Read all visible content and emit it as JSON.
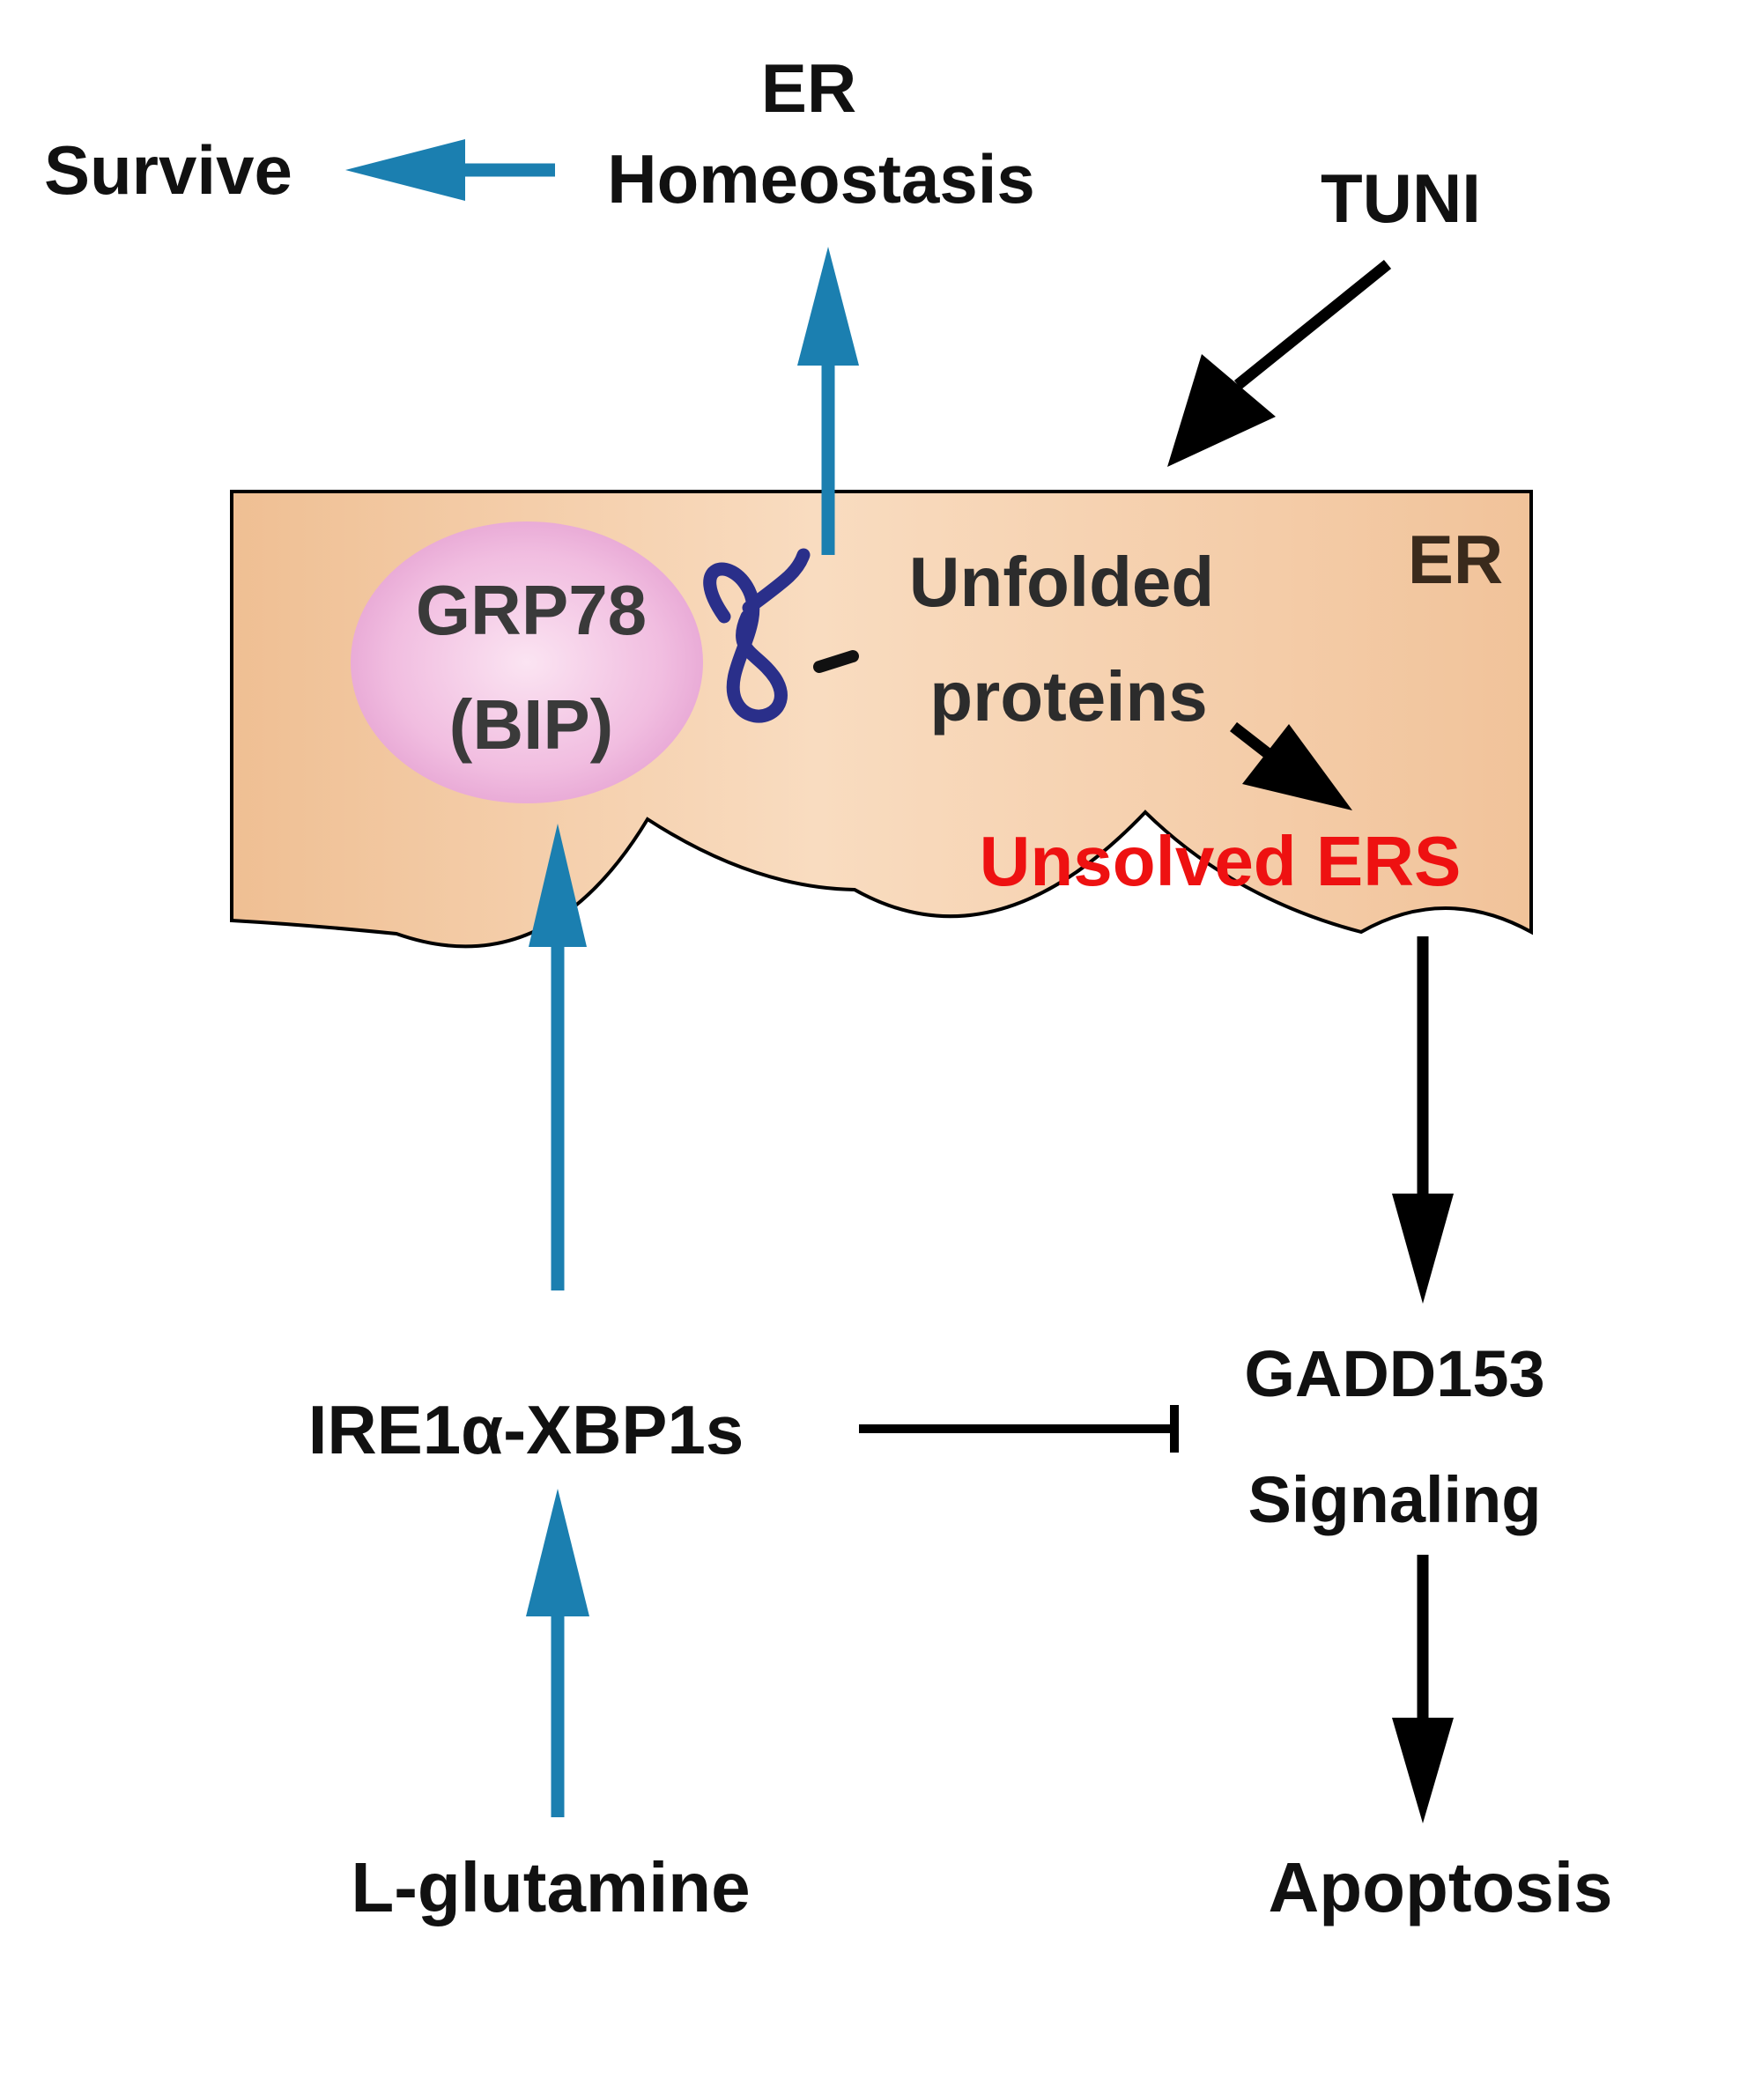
{
  "labels": {
    "survive": "Survive",
    "er_line1": "ER",
    "er_line2": "Homeostasis",
    "tuni": "TUNI",
    "grp78_line1": "GRP78",
    "grp78_line2": "(BIP)",
    "unfolded_line1": "Unfolded",
    "unfolded_line2": "proteins",
    "er_compartment": "ER",
    "unsolved_ers": "Unsolved ERS",
    "ire1": "IRE1α-XBP1s",
    "gadd_line1": "GADD153",
    "gadd_line2": "Signaling",
    "l_glutamine": "L-glutamine",
    "apoptosis": "Apoptosis"
  },
  "colors": {
    "protective_arrow": "#1b7fb0",
    "stress_arrow": "#000000",
    "er_fill": "#f3c9a2",
    "er_outline": "#000000",
    "grp78_fill": "#e9a7d6",
    "unfolded_protein": "#2a2f8a",
    "unsolved_ers_text": "#ee1111",
    "text": "#111111",
    "er_compartment_text": "#3a2a1c"
  }
}
